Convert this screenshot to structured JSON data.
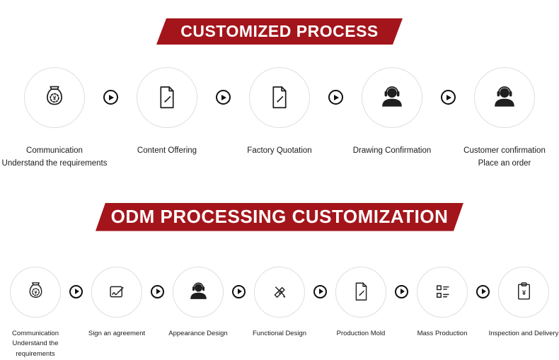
{
  "colors": {
    "page_bg": "#ffffff",
    "banner_red": "#A3151B",
    "icon_color": "#1f1f1f",
    "circle_border": "#dedede",
    "label_color": "#1a1a1a",
    "arrow_color": "#111111"
  },
  "banners": {
    "customized": "CUSTOMIZED PROCESS",
    "odm": "ODM PROCESSING CUSTOMIZATION"
  },
  "process1": {
    "steps": [
      {
        "icon": "money-bag-icon",
        "label_line1": "Communication",
        "label_line2": "Understand the requirements"
      },
      {
        "icon": "document-edit-icon",
        "label_line1": "Content Offering",
        "label_line2": ""
      },
      {
        "icon": "document-edit-icon",
        "label_line1": "Factory Quotation",
        "label_line2": ""
      },
      {
        "icon": "headset-person-icon",
        "label_line1": "Drawing Confirmation",
        "label_line2": ""
      },
      {
        "icon": "headset-person-icon",
        "label_line1": "Customer confirmation",
        "label_line2": "Place an order"
      }
    ]
  },
  "process2": {
    "steps": [
      {
        "icon": "money-bag-icon",
        "label_line1": "Communication",
        "label_line2": "Understand the requirements"
      },
      {
        "icon": "sign-agreement-icon",
        "label_line1": "Sign an agreement",
        "label_line2": ""
      },
      {
        "icon": "headset-person-icon",
        "label_line1": "Appearance Design",
        "label_line2": ""
      },
      {
        "icon": "design-tools-icon",
        "label_line1": "Functional Design",
        "label_line2": ""
      },
      {
        "icon": "document-edit-icon",
        "label_line1": "Production Mold",
        "label_line2": ""
      },
      {
        "icon": "checklist-icon",
        "label_line1": "Mass Production",
        "label_line2": ""
      },
      {
        "icon": "inspection-clipboard-icon",
        "label_line1": "Inspection and Delivery",
        "label_line2": ""
      }
    ]
  }
}
